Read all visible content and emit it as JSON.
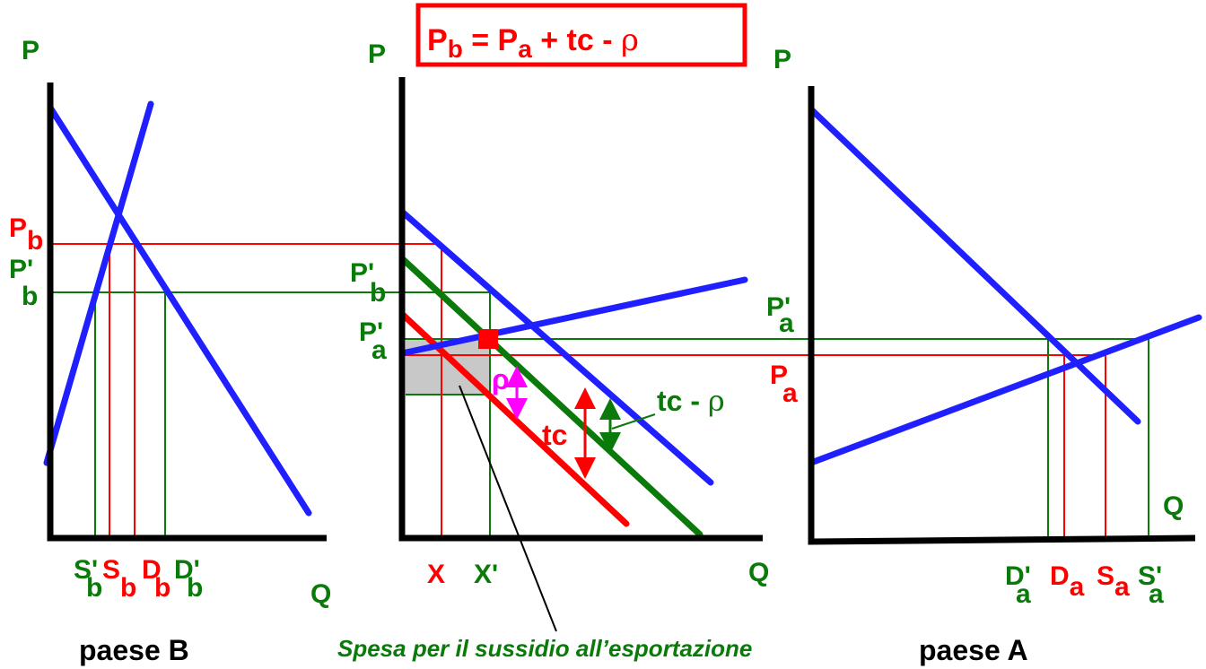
{
  "colors": {
    "curve": "#1f1fff",
    "axis": "#000000",
    "red": "#ff0000",
    "green": "#0a7a0a",
    "magenta": "#ff00ff",
    "shade": "#c8c8c8"
  },
  "formula": {
    "lhs": "P",
    "lhs_sub": "b",
    "mid": " = P",
    "mid_sub": "a",
    "rhs": " + tc - ",
    "rho": "ρ"
  },
  "panel_b": {
    "caption": "paese B",
    "axis_p": "P",
    "axis_q": "Q",
    "price_pb": {
      "main": "P",
      "sub": "b"
    },
    "price_pb_prime": {
      "main": "P'",
      "sub": "b"
    },
    "qty_labels": [
      {
        "main": "S'",
        "sub": "b"
      },
      {
        "main": "S",
        "sub": "b"
      },
      {
        "main": "D",
        "sub": "b"
      },
      {
        "main": "D'",
        "sub": "b"
      }
    ]
  },
  "panel_mid": {
    "axis_p": "P",
    "axis_q": "Q",
    "price_pb_prime": {
      "main": "P'",
      "sub": "b"
    },
    "price_pa_prime": {
      "main": "P'",
      "sub": "a"
    },
    "qty_x": "X",
    "qty_x_prime": "X'",
    "label_rho": "ρ",
    "label_tc": "tc",
    "label_tc_minus": "tc - ",
    "label_tc_minus_rho": "ρ",
    "caption": "Spesa per il sussidio all’esportazione"
  },
  "panel_a": {
    "caption": "paese A",
    "axis_p": "P",
    "axis_q": "Q",
    "price_pa_prime": {
      "main": "P'",
      "sub": "a"
    },
    "price_pa": {
      "main": "P",
      "sub": "a"
    },
    "qty_labels": [
      {
        "main": "D'",
        "sub": "a"
      },
      {
        "main": "D",
        "sub": "a"
      },
      {
        "main": "S",
        "sub": "a"
      },
      {
        "main": "S'",
        "sub": "a"
      }
    ]
  }
}
